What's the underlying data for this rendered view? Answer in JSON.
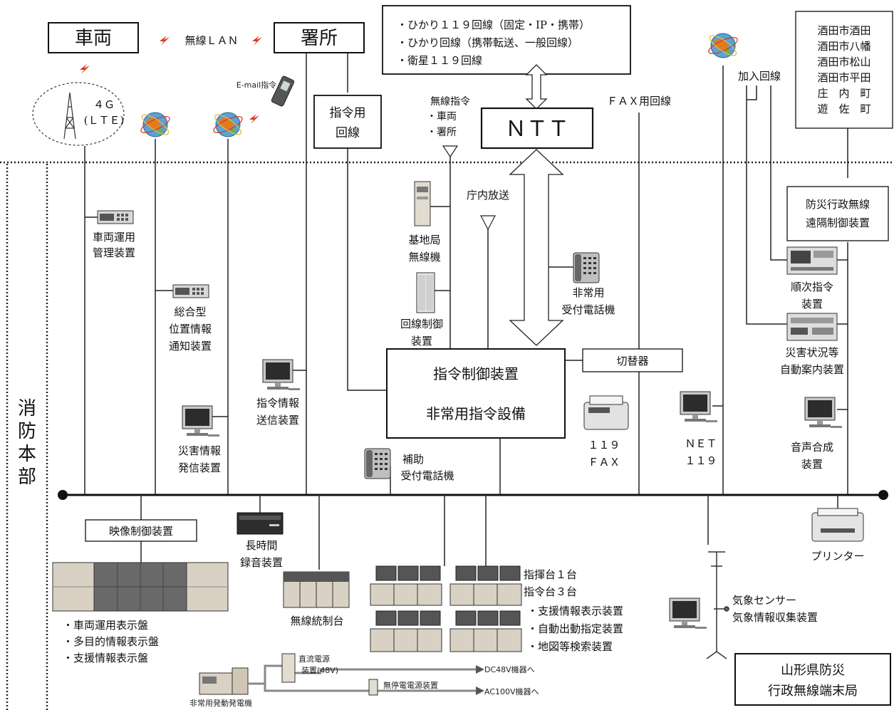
{
  "top": {
    "vehicle": "車両",
    "station": "署所",
    "wireless_lan": "無線ＬＡＮ",
    "lte": [
      "４Ｇ",
      "(ＬＴＥ)"
    ],
    "email": "E-mail指令",
    "dispatch_line": [
      "指令用",
      "回線"
    ],
    "carrier_lines": [
      "・ひかり１１９回線（固定・IP・携帯）",
      "・ひかり回線（携帯転送、一般回線）",
      "・衛星１１９回線"
    ],
    "ntt": "ＮＴＴ",
    "wireless_cmd": [
      "無線指令",
      "・車両",
      "・署所"
    ],
    "fax_line": "ＦＡＸ用回線",
    "subscriber_line": "加入回線",
    "areas": [
      "酒田市酒田",
      "酒田市八幡",
      "酒田市松山",
      "酒田市平田",
      "庄　内　町",
      "遊　佐　町"
    ]
  },
  "hq": [
    "消",
    "防",
    "本",
    "部"
  ],
  "equipment": {
    "vehicle_mgmt": [
      "車両運用",
      "管理装置"
    ],
    "location_notify": [
      "総合型",
      "位置情報",
      "通知装置"
    ],
    "disaster_info": [
      "災害情報",
      "発信装置"
    ],
    "cmd_info_send": [
      "指令情報",
      "送信装置"
    ],
    "base_radio": [
      "基地局",
      "無線機"
    ],
    "line_control": [
      "回線制御",
      "装置"
    ],
    "office_broadcast": "庁内放送",
    "emergency_phone": [
      "非常用",
      "受付電話機"
    ],
    "switch": "切替器",
    "cmd_control": [
      "指令制御装置",
      "非常用指令設備"
    ],
    "aux_phone": [
      "補助",
      "受付電話機"
    ],
    "fax119": [
      "１１９",
      "ＦＡＸ"
    ],
    "net119": [
      "ＮＥＴ",
      "１１９"
    ],
    "bousai_remote": [
      "防災行政無線",
      "遠隔制御装置"
    ],
    "sequential": [
      "順次指令",
      "装置"
    ],
    "auto_guide": [
      "災害状況等",
      "自動案内装置"
    ],
    "voice_synth": [
      "音声合成",
      "装置"
    ]
  },
  "bottom": {
    "video_control": "映像制御装置",
    "displays": [
      "・車両運用表示盤",
      "・多目的情報表示盤",
      "・支援情報表示盤"
    ],
    "recorder": [
      "長時間",
      "録音装置"
    ],
    "radio_console": "無線統制台",
    "consoles": [
      "指揮台１台",
      "指令台３台",
      "・支援情報表示装置",
      "・自動出動指定装置",
      "・地図等検索装置"
    ],
    "printer": "プリンター",
    "weather": [
      "気象センサー",
      "気象情報収集装置"
    ],
    "yamagata": [
      "山形県防災",
      "行政無線端末局"
    ],
    "dc_power": [
      "直流電源",
      "装置(48V)"
    ],
    "dc_out": "DC48V機器へ",
    "ups": "無停電電源装置",
    "ac_out": "AC100V機器へ",
    "generator": "非常用発動発電機"
  }
}
